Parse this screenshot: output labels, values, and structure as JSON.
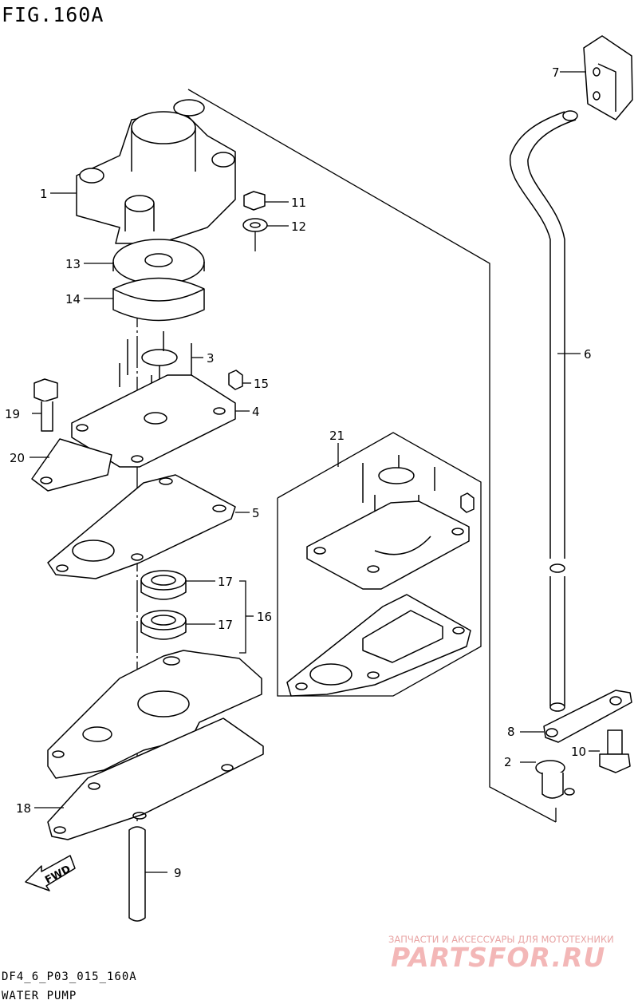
{
  "figure": {
    "title": "FIG.160A",
    "code": "DF4_6_P03_015_160A",
    "name": "WATER PUMP"
  },
  "callouts": [
    "1",
    "2",
    "3",
    "4",
    "5",
    "6",
    "7",
    "8",
    "9",
    "10",
    "11",
    "12",
    "13",
    "14",
    "15",
    "16",
    "17",
    "17",
    "18",
    "19",
    "20",
    "21"
  ],
  "fwd_label": "FWD",
  "watermark": {
    "line1": "ЗАПЧАСТИ И АКСЕССУАРЫ ДЛЯ МОТОТЕХНИКИ",
    "line2": "PARTSFOR.RU"
  }
}
